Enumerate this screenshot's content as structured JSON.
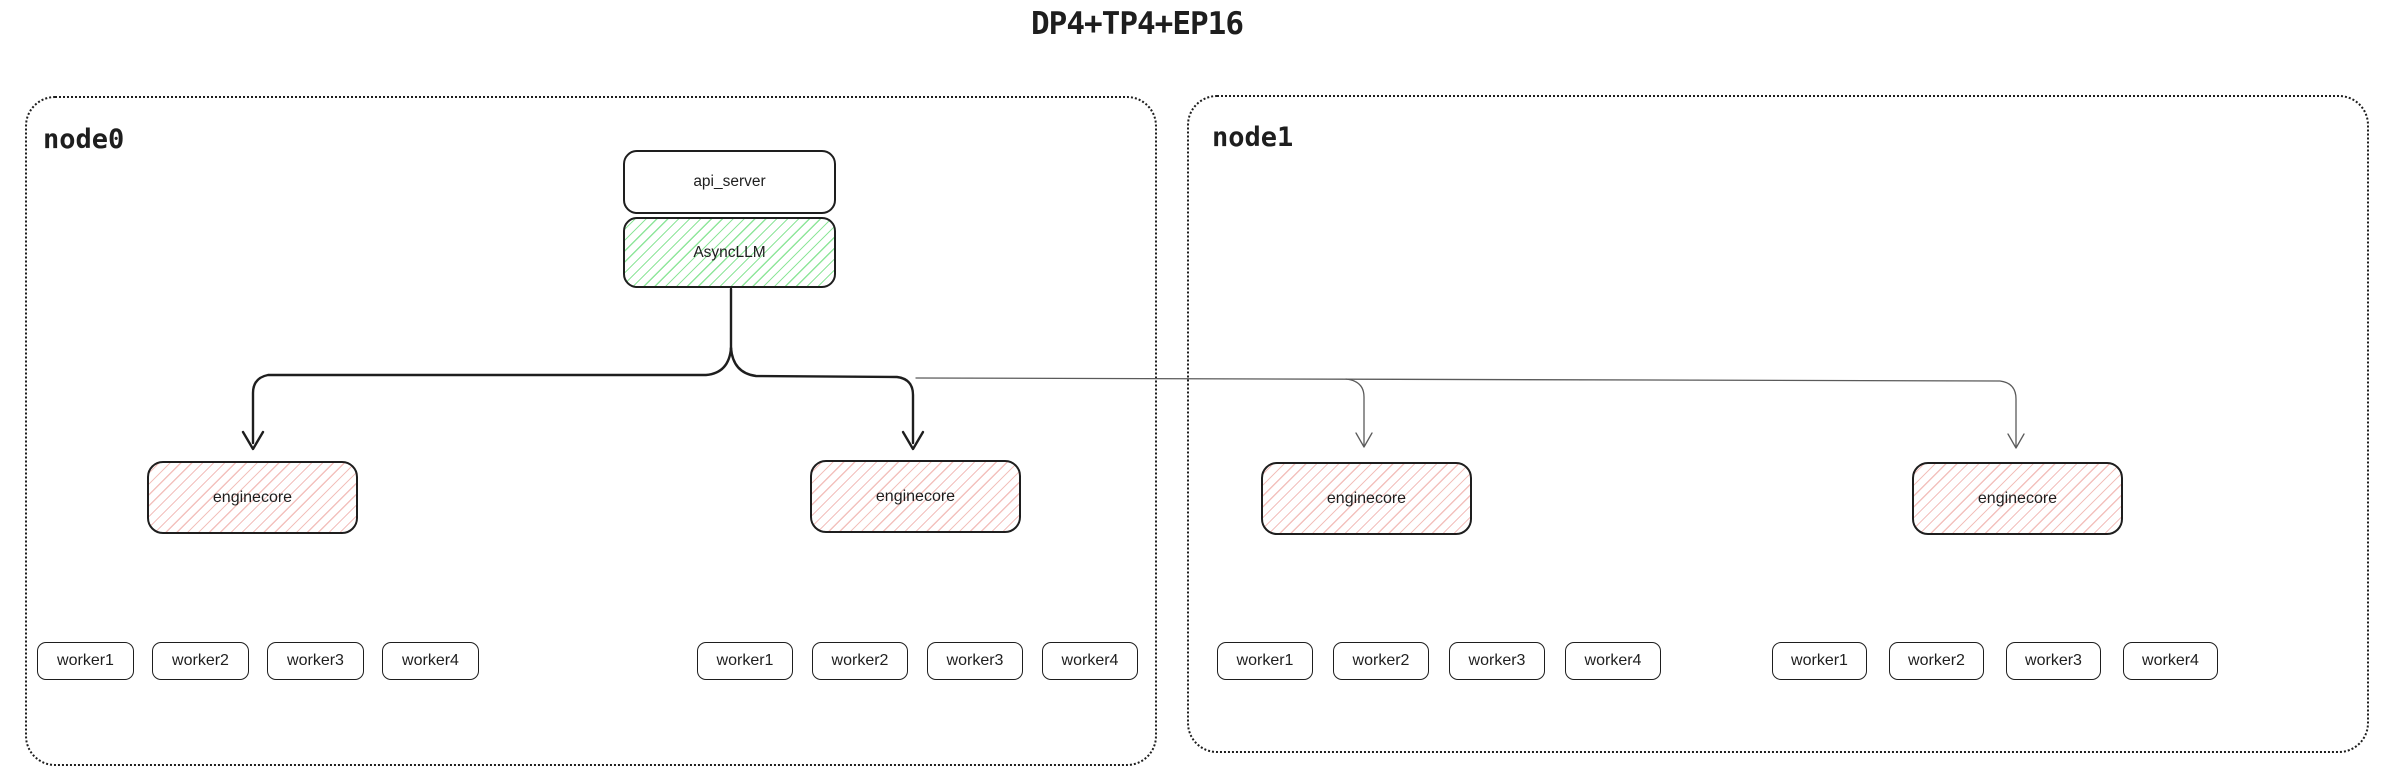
{
  "title": "DP4+TP4+EP16",
  "colors": {
    "ink": "#1e1e1e",
    "green_hatch": "#8fe69b",
    "pink_hatch": "#f3c1bd",
    "thin_edge": "#5a5a5a"
  },
  "node0": {
    "label": "node0",
    "api_server_label": "api_server",
    "asyncllm_label": "AsyncLLM",
    "enginecores": [
      {
        "label": "enginecore",
        "workers": [
          "worker1",
          "worker2",
          "worker3",
          "worker4"
        ]
      },
      {
        "label": "enginecore",
        "workers": [
          "worker1",
          "worker2",
          "worker3",
          "worker4"
        ]
      }
    ]
  },
  "node1": {
    "label": "node1",
    "enginecores": [
      {
        "label": "enginecore",
        "workers": [
          "worker1",
          "worker2",
          "worker3",
          "worker4"
        ]
      },
      {
        "label": "enginecore",
        "workers": [
          "worker1",
          "worker2",
          "worker3",
          "worker4"
        ]
      }
    ]
  }
}
